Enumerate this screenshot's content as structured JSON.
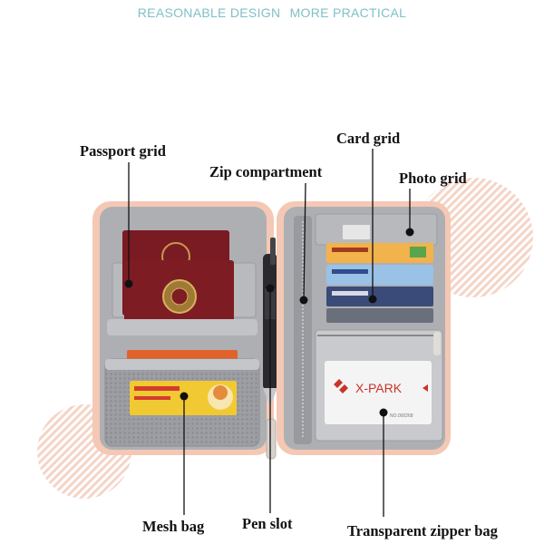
{
  "slogan": {
    "part1": "REASONABLE DESIGN",
    "part2": "MORE PRACTICAL",
    "color": "#7ec0c8"
  },
  "labels": {
    "passport_grid": "Passport grid",
    "zip_compartment": "Zip compartment",
    "card_grid": "Card grid",
    "photo_grid": "Photo grid",
    "mesh_bag": "Mesh bag",
    "pen_slot": "Pen slot",
    "transparent_zipper_bag": "Transparent zipper bag"
  },
  "card_text": {
    "xpark": "X-PARK",
    "xpark_no": "NO.000268"
  },
  "colors": {
    "wallet_trim": "#f3c7b2",
    "wallet_lining": "#a9aaae",
    "passport": "#7c1b22",
    "decor_circle": "#f7d9cc"
  }
}
